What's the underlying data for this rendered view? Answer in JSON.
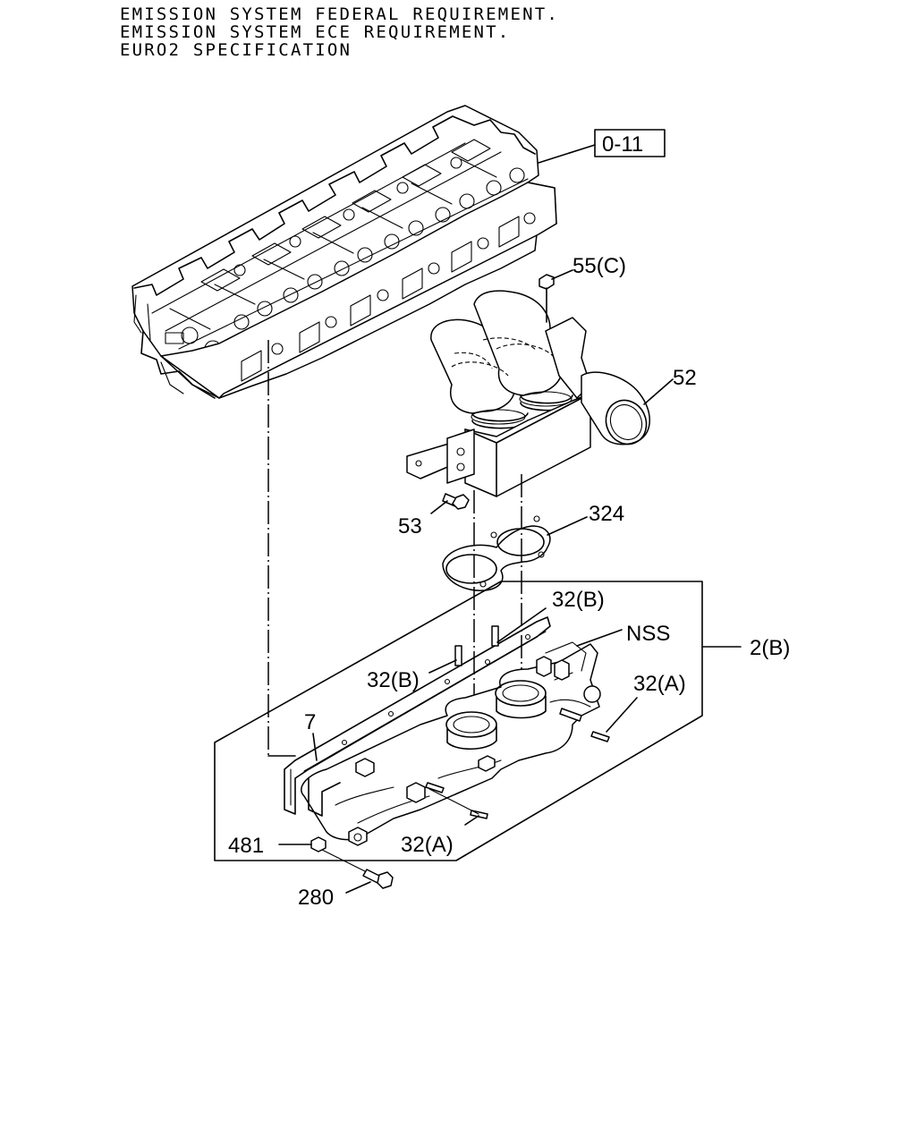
{
  "header": {
    "line1": "EMISSION SYSTEM FEDERAL REQUIREMENT.",
    "line2": "EMISSION SYSTEM ECE REQUIREMENT.",
    "line3": "EURO2 SPECIFICATION"
  },
  "labels": {
    "ref_box": "0-11",
    "nut": "55(C)",
    "pipe": "52",
    "bolt": "53",
    "gasket": "324",
    "stud_b_top": "32(B)",
    "nss": "NSS",
    "assembly": "2(B)",
    "stud_b_left": "32(B)",
    "stud_a_right": "32(A)",
    "gasket_long": "7",
    "plug": "481",
    "stud_a_bottom": "32(A)",
    "bolt_bottom": "280"
  }
}
